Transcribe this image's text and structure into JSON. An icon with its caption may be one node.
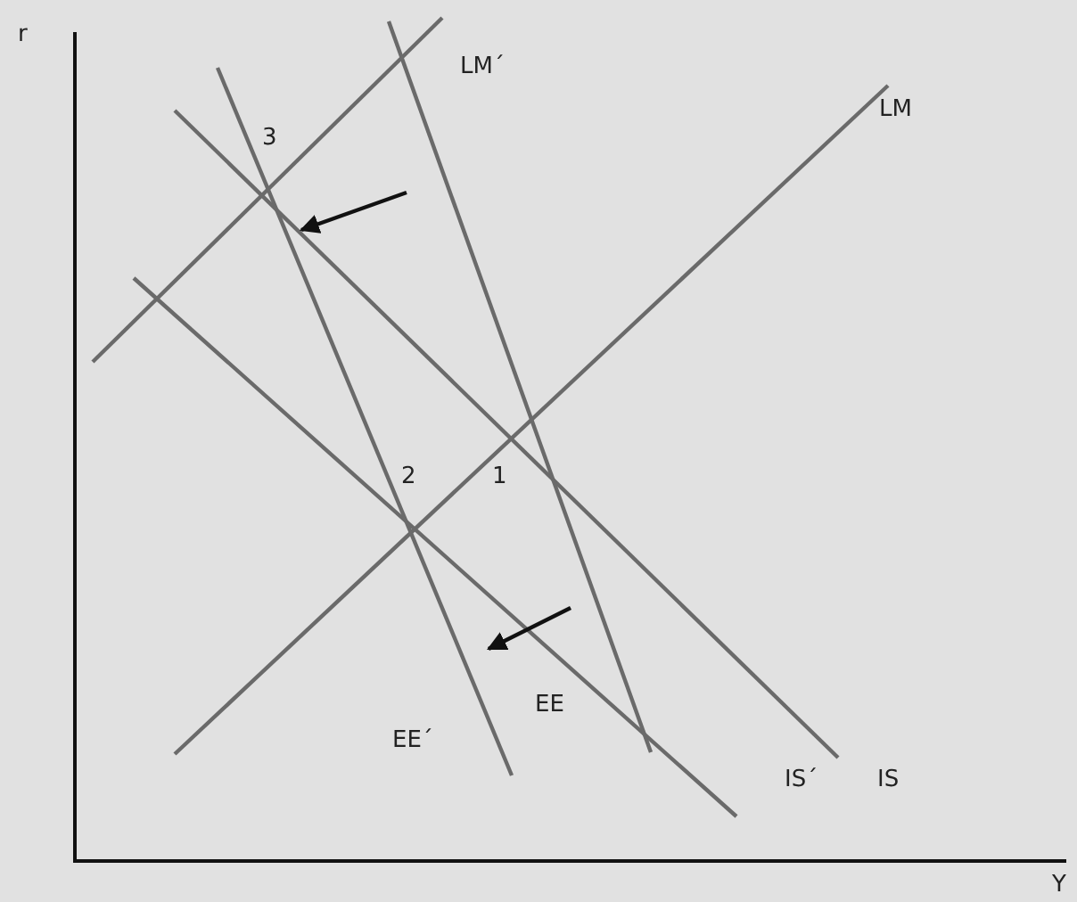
{
  "diagram": {
    "labels": [
      "r",
      "LM´",
      "LM",
      "3",
      "2",
      "1",
      "EE",
      "EE´",
      "IS´",
      "IS",
      "Y"
    ]
  }
}
